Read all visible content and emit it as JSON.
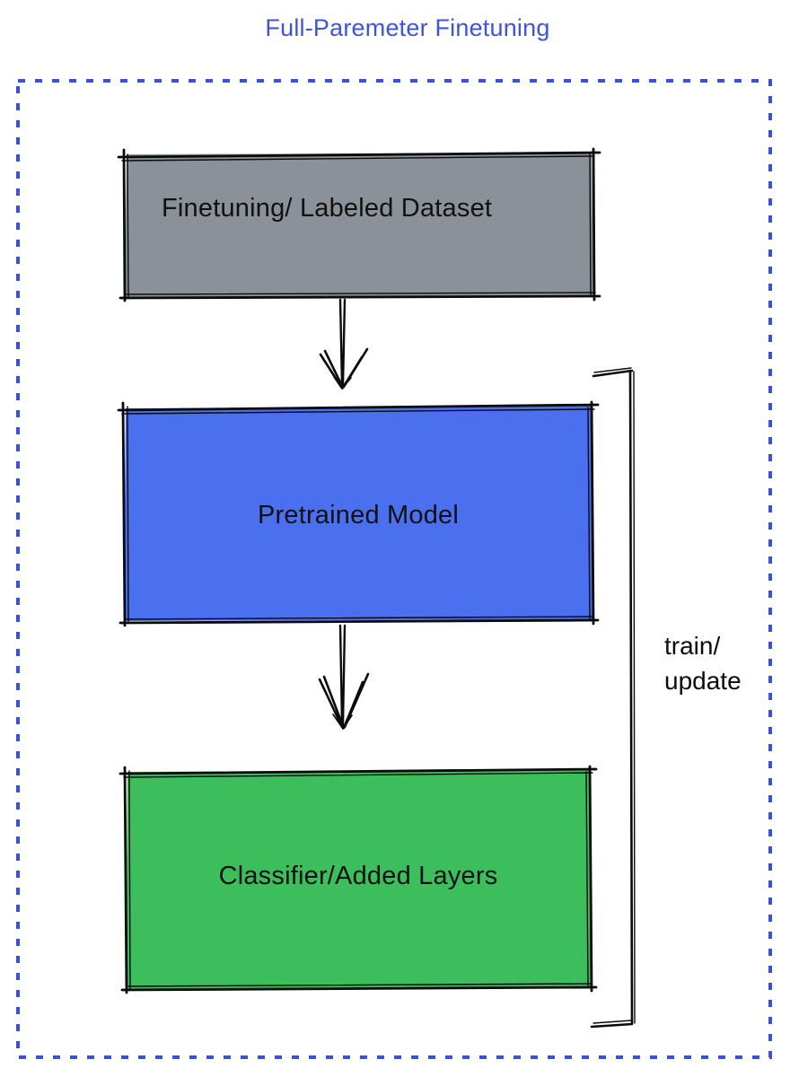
{
  "title": {
    "text": "Full-Paremeter Finetuning",
    "color": "#3C55DB"
  },
  "frame": {
    "border_color": "#3B52CE",
    "border_style": "dashed"
  },
  "nodes": [
    {
      "id": "finetuning-dataset",
      "label": "Finetuning/ Labeled Dataset",
      "fill": "#8A9199",
      "text_color": "#111111"
    },
    {
      "id": "pretrained-model",
      "label": "Pretrained Model",
      "fill": "#4A6FEF",
      "text_color": "#111111"
    },
    {
      "id": "classifier-added-layers",
      "label": "Classifier/Added Layers",
      "fill": "#3DBE5D",
      "text_color": "#111111"
    }
  ],
  "edges": [
    {
      "from": "finetuning-dataset",
      "to": "pretrained-model",
      "type": "arrow-down"
    },
    {
      "from": "pretrained-model",
      "to": "classifier-added-layers",
      "type": "arrow-down"
    }
  ],
  "bracket": {
    "label_line1": "train/",
    "label_line2": "update",
    "color": "#0b0b0b"
  }
}
